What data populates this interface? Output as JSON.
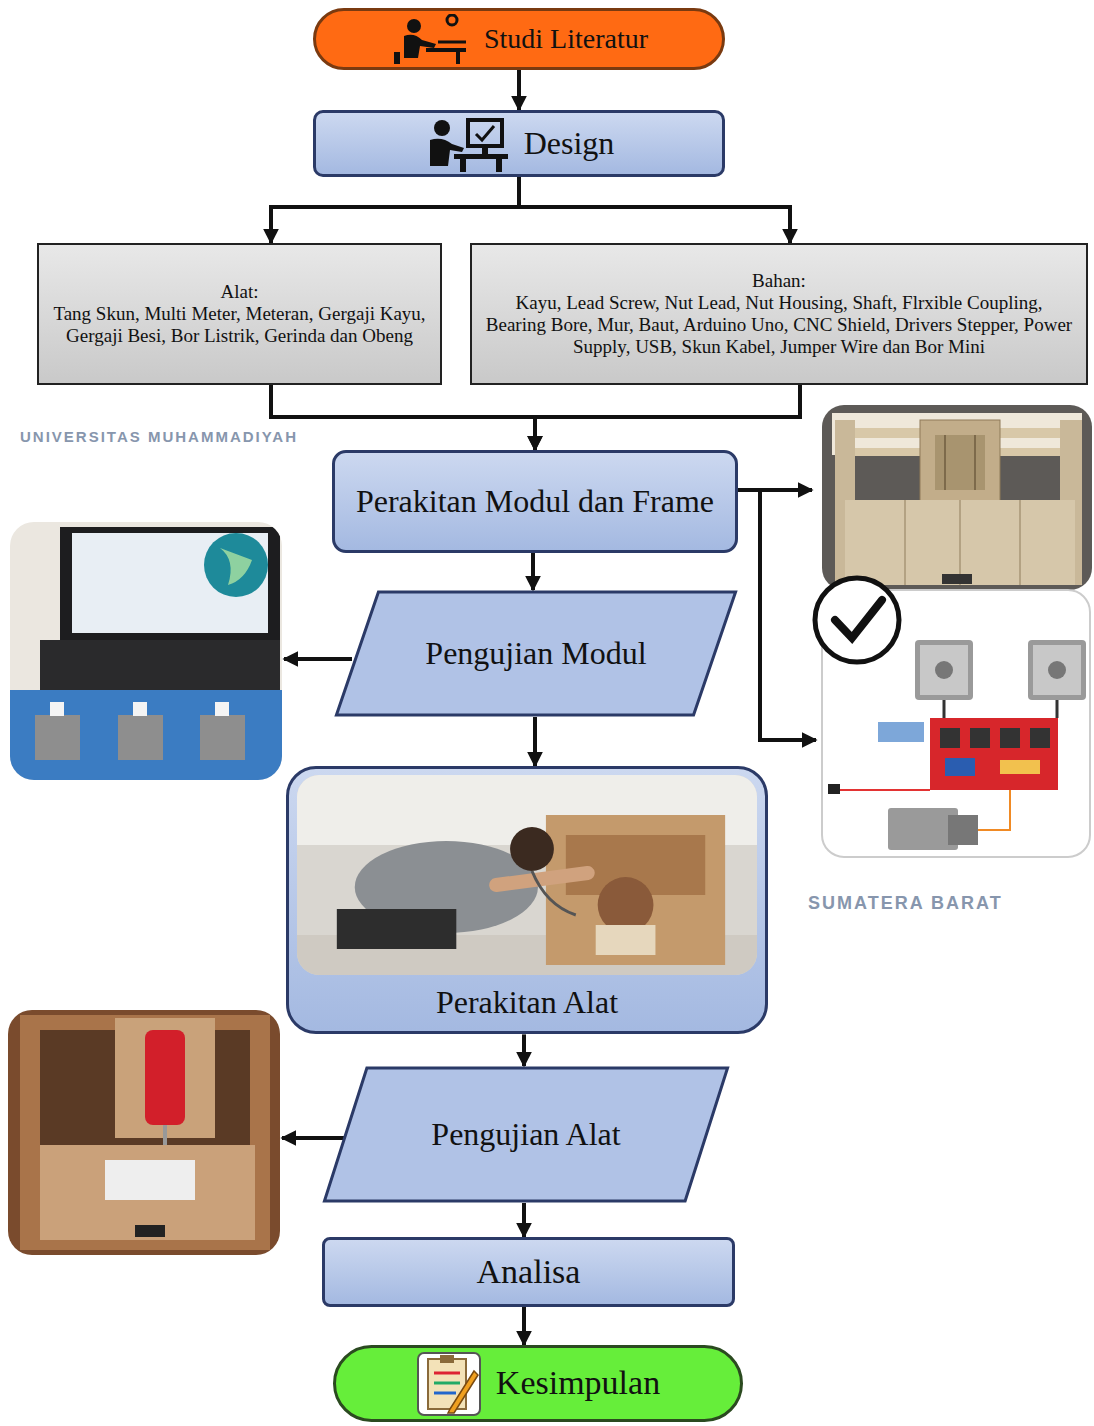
{
  "diagram": {
    "nodes": [
      {
        "text": [
          "Studi Literatur"
        ]
      },
      {
        "text": [
          "Design"
        ]
      },
      {
        "text": [
          "Alat:",
          "Tang Skun, Multi Meter, Meteran, Gergaji Kayu, Gergaji Besi, Bor Listrik, Gerinda dan Obeng"
        ]
      },
      {
        "text": [
          "Bahan:",
          "Kayu, Lead Screw, Nut Lead, Nut Housing, Shaft, Flrxible Coupling, Bearing Bore, Mur, Baut, Arduino Uno, CNC Shield, Drivers Stepper, Power Supply, USB, Skun Kabel, Jumper Wire dan Bor Mini"
        ]
      },
      {
        "text": [
          "Perakitan Modul dan Frame"
        ]
      },
      {
        "text": [
          "Pengujian Modul"
        ]
      },
      {
        "text": [
          "Perakitan Alat"
        ]
      },
      {
        "text": [
          "Pengujian Alat"
        ]
      },
      {
        "text": [
          "Analisa"
        ]
      },
      {
        "text": [
          "Kesimpulan"
        ]
      }
    ],
    "edges": [
      {
        "from": 0,
        "to": 1,
        "arrow": "to"
      },
      {
        "from": 1,
        "to": 2,
        "arrow": "to"
      },
      {
        "from": 1,
        "to": 3,
        "arrow": "to"
      },
      {
        "from": 2,
        "to": 4,
        "arrow": "to"
      },
      {
        "from": 3,
        "to": 4,
        "arrow": "to"
      },
      {
        "from": 4,
        "to": 5,
        "arrow": "to"
      },
      {
        "from": 5,
        "to": 6,
        "arrow": "to"
      },
      {
        "from": 6,
        "to": 7,
        "arrow": "to"
      },
      {
        "from": 7,
        "to": 8,
        "arrow": "to"
      },
      {
        "from": 8,
        "to": 9,
        "arrow": "to"
      }
    ],
    "labels": [
      "UNIVERSITAS MUHAMMADIYAH",
      "SUMATERA BARAT"
    ]
  }
}
